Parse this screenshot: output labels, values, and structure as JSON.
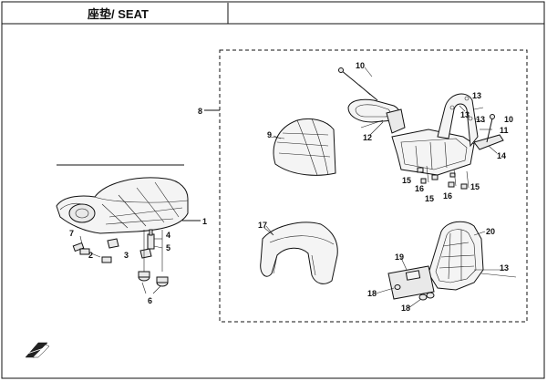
{
  "title": "座垫/ SEAT",
  "callouts": {
    "c1": "1",
    "c2": "2",
    "c3": "3",
    "c4": "4",
    "c5": "5",
    "c6": "6",
    "c7": "7",
    "c8": "8",
    "c9": "9",
    "c10a": "10",
    "c10b": "10",
    "c11": "11",
    "c12": "12",
    "c13a": "13",
    "c13b": "13",
    "c13c": "13",
    "c14": "14",
    "c15a": "15",
    "c15b": "15",
    "c15c": "15",
    "c16a": "16",
    "c16b": "16",
    "c17": "17",
    "c18a": "18",
    "c18b": "18",
    "c19": "19",
    "c20": "20"
  }
}
